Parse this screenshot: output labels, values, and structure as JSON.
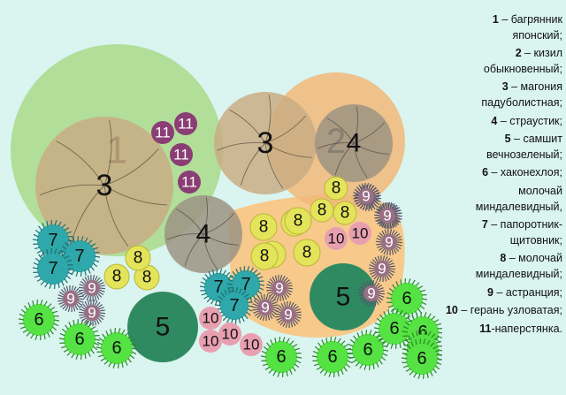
{
  "palette": {
    "background": "#daf4f0",
    "bed": "#f7c98a",
    "plant_1": "#a9d98a",
    "plant_2": "#f1b878",
    "plant_3": "#c9ad84",
    "plant_4": "#9c9383",
    "plant_5": "#2f8a62",
    "plant_6": "#55e243",
    "plant_7": "#2ea8aa",
    "plant_8": "#e4e45a",
    "plant_9": "#55556a",
    "plant_10": "#e8a0b0",
    "plant_11": "#8a3e74"
  },
  "legend": [
    {
      "num": "1",
      "text": " – багрянник японский;"
    },
    {
      "num": "2",
      "text": " – кизил обыкновенный;"
    },
    {
      "num": "3",
      "text": " – магония падуболистная;"
    },
    {
      "num": "4",
      "text": " – страустик;"
    },
    {
      "num": "5",
      "text": " – самшит вечнозеленый;"
    },
    {
      "num": "6",
      "text": " – хаконехлоя;"
    },
    {
      "num": "",
      "text": "молочай миндалевидный,"
    },
    {
      "num": "7",
      "text": " – папоротник-щитовник;"
    },
    {
      "num": "8",
      "text": " – молочай миндалевидный;"
    },
    {
      "num": "9",
      "text": " – астранция;"
    },
    {
      "num": "10",
      "text": " – герань узловатая;"
    },
    {
      "num": "11",
      "text": "-наперстянка."
    }
  ],
  "plants": [
    {
      "id": "1",
      "kind": "plant_1",
      "label": "1"
    },
    {
      "id": "2",
      "kind": "plant_2",
      "label": "2"
    },
    {
      "id": "3a",
      "kind": "plant_3",
      "label": "3"
    },
    {
      "id": "3b",
      "kind": "plant_3",
      "label": "3"
    },
    {
      "id": "4a",
      "kind": "plant_4",
      "label": "4"
    },
    {
      "id": "4b",
      "kind": "plant_4",
      "label": "4"
    },
    {
      "id": "5a",
      "kind": "plant_5",
      "label": "5"
    },
    {
      "id": "5b",
      "kind": "plant_5",
      "label": "5"
    },
    {
      "id": "6a",
      "kind": "plant_6",
      "label": "6"
    },
    {
      "id": "6b",
      "kind": "plant_6",
      "label": "6"
    },
    {
      "id": "6c",
      "kind": "plant_6",
      "label": "6"
    },
    {
      "id": "6d",
      "kind": "plant_6",
      "label": "6"
    },
    {
      "id": "6e",
      "kind": "plant_6",
      "label": "6"
    },
    {
      "id": "6f",
      "kind": "plant_6",
      "label": "6"
    },
    {
      "id": "6g",
      "kind": "plant_6",
      "label": "6"
    },
    {
      "id": "6h",
      "kind": "plant_6",
      "label": "6"
    },
    {
      "id": "6i",
      "kind": "plant_6",
      "label": "6"
    },
    {
      "id": "6j",
      "kind": "plant_6",
      "label": "6"
    },
    {
      "id": "6k",
      "kind": "plant_6",
      "label": "6"
    },
    {
      "id": "7a",
      "kind": "plant_7",
      "label": "7"
    },
    {
      "id": "7b",
      "kind": "plant_7",
      "label": "7"
    },
    {
      "id": "7c",
      "kind": "plant_7",
      "label": "7"
    },
    {
      "id": "7d",
      "kind": "plant_7",
      "label": "7"
    },
    {
      "id": "7e",
      "kind": "plant_7",
      "label": "7"
    },
    {
      "id": "7f",
      "kind": "plant_7",
      "label": "7"
    },
    {
      "id": "8a",
      "kind": "plant_8",
      "label": "8"
    },
    {
      "id": "8b",
      "kind": "plant_8",
      "label": "8"
    },
    {
      "id": "8c",
      "kind": "plant_8",
      "label": "8"
    },
    {
      "id": "8d",
      "kind": "plant_8",
      "label": "8"
    },
    {
      "id": "8e",
      "kind": "plant_8",
      "label": "8"
    },
    {
      "id": "8f",
      "kind": "plant_8",
      "label": "8"
    },
    {
      "id": "8g",
      "kind": "plant_8",
      "label": "8"
    },
    {
      "id": "8h",
      "kind": "plant_8",
      "label": "8"
    },
    {
      "id": "8i",
      "kind": "plant_8",
      "label": "8"
    },
    {
      "id": "8j",
      "kind": "plant_8",
      "label": "8"
    },
    {
      "id": "8k",
      "kind": "plant_8",
      "label": "8"
    },
    {
      "id": "8l",
      "kind": "plant_8",
      "label": "8"
    },
    {
      "id": "9a",
      "kind": "plant_9",
      "label": "9"
    },
    {
      "id": "9b",
      "kind": "plant_9",
      "label": "9"
    },
    {
      "id": "9c",
      "kind": "plant_9",
      "label": "9"
    },
    {
      "id": "9d",
      "kind": "plant_9",
      "label": "9"
    },
    {
      "id": "9e",
      "kind": "plant_9",
      "label": "9"
    },
    {
      "id": "9f",
      "kind": "plant_9",
      "label": "9"
    },
    {
      "id": "9g",
      "kind": "plant_9",
      "label": "9"
    },
    {
      "id": "9h",
      "kind": "plant_9",
      "label": "9"
    },
    {
      "id": "9i",
      "kind": "plant_9",
      "label": "9"
    },
    {
      "id": "9j",
      "kind": "plant_9",
      "label": "9"
    },
    {
      "id": "9k",
      "kind": "plant_9",
      "label": "9"
    },
    {
      "id": "9l",
      "kind": "plant_9",
      "label": "9"
    },
    {
      "id": "9m",
      "kind": "plant_9",
      "label": "9"
    },
    {
      "id": "10a",
      "kind": "plant_10",
      "label": "10"
    },
    {
      "id": "10b",
      "kind": "plant_10",
      "label": "10"
    },
    {
      "id": "10c",
      "kind": "plant_10",
      "label": "10"
    },
    {
      "id": "10d",
      "kind": "plant_10",
      "label": "10"
    },
    {
      "id": "10e",
      "kind": "plant_10",
      "label": "10"
    },
    {
      "id": "10f",
      "kind": "plant_10",
      "label": "10"
    },
    {
      "id": "11a",
      "kind": "plant_11",
      "label": "11"
    },
    {
      "id": "11b",
      "kind": "plant_11",
      "label": "11"
    },
    {
      "id": "11c",
      "kind": "plant_11",
      "label": "11"
    },
    {
      "id": "11d",
      "kind": "plant_11",
      "label": "11"
    }
  ]
}
